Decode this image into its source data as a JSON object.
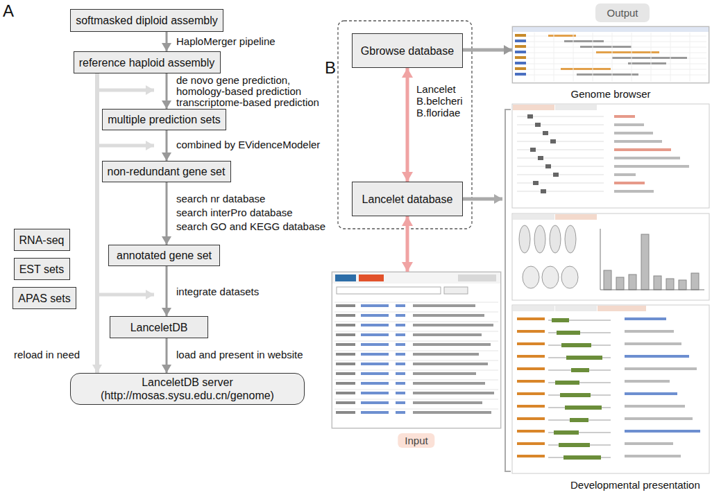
{
  "diagram": {
    "nodes": [
      {
        "text": [
          "softmasked diploid assembly"
        ]
      },
      {
        "text": [
          "reference haploid assembly"
        ]
      },
      {
        "text": [
          "multiple prediction sets"
        ]
      },
      {
        "text": [
          "non-redundant gene set"
        ]
      },
      {
        "text": [
          "annotated gene set"
        ]
      },
      {
        "text": [
          "LanceletDB"
        ]
      },
      {
        "text": [
          "LanceletDB server (http://mosas.sysu.edu.cn/genome)"
        ]
      },
      {
        "text": [
          "RNA-seq"
        ]
      },
      {
        "text": [
          "EST sets"
        ]
      },
      {
        "text": [
          "APAS sets"
        ]
      },
      {
        "text": [
          "Gbrowse database"
        ]
      },
      {
        "text": [
          "Lancelet database"
        ]
      },
      {
        "text": [
          "Output"
        ]
      },
      {
        "text": [
          "Input"
        ]
      },
      {
        "text": [
          "Genome browser"
        ]
      }
    ],
    "edges": [
      {
        "from": 0,
        "to": 1,
        "arrow": "to",
        "label": "HaploMerger pipeline"
      },
      {
        "from": 1,
        "to": 2,
        "arrow": "to"
      },
      {
        "from": 2,
        "to": 3,
        "arrow": "to",
        "label": "combined by EVidenceModeler"
      },
      {
        "from": 3,
        "to": 4,
        "arrow": "to"
      },
      {
        "from": 4,
        "to": 5,
        "arrow": "to",
        "label": "integrate datasets"
      },
      {
        "from": 5,
        "to": 6,
        "arrow": "to",
        "label": "load and present in website"
      },
      {
        "from": 1,
        "to": 6,
        "arrow": "to",
        "label": "reload in need"
      },
      {
        "from": 10,
        "to": 11,
        "arrow": "both",
        "label": "Lancelet B.belcheri B.floridae"
      },
      {
        "from": 11,
        "to": 13,
        "arrow": "both"
      },
      {
        "from": 10,
        "to": 14,
        "arrow": "to"
      }
    ],
    "labels": [
      "A",
      "B",
      "de novo gene prediction,",
      "homology-based prediction",
      "transcriptome-based prediction",
      "search nr database",
      "search interPro database",
      "search GO and KEGG database",
      "Developmental presentation"
    ]
  }
}
